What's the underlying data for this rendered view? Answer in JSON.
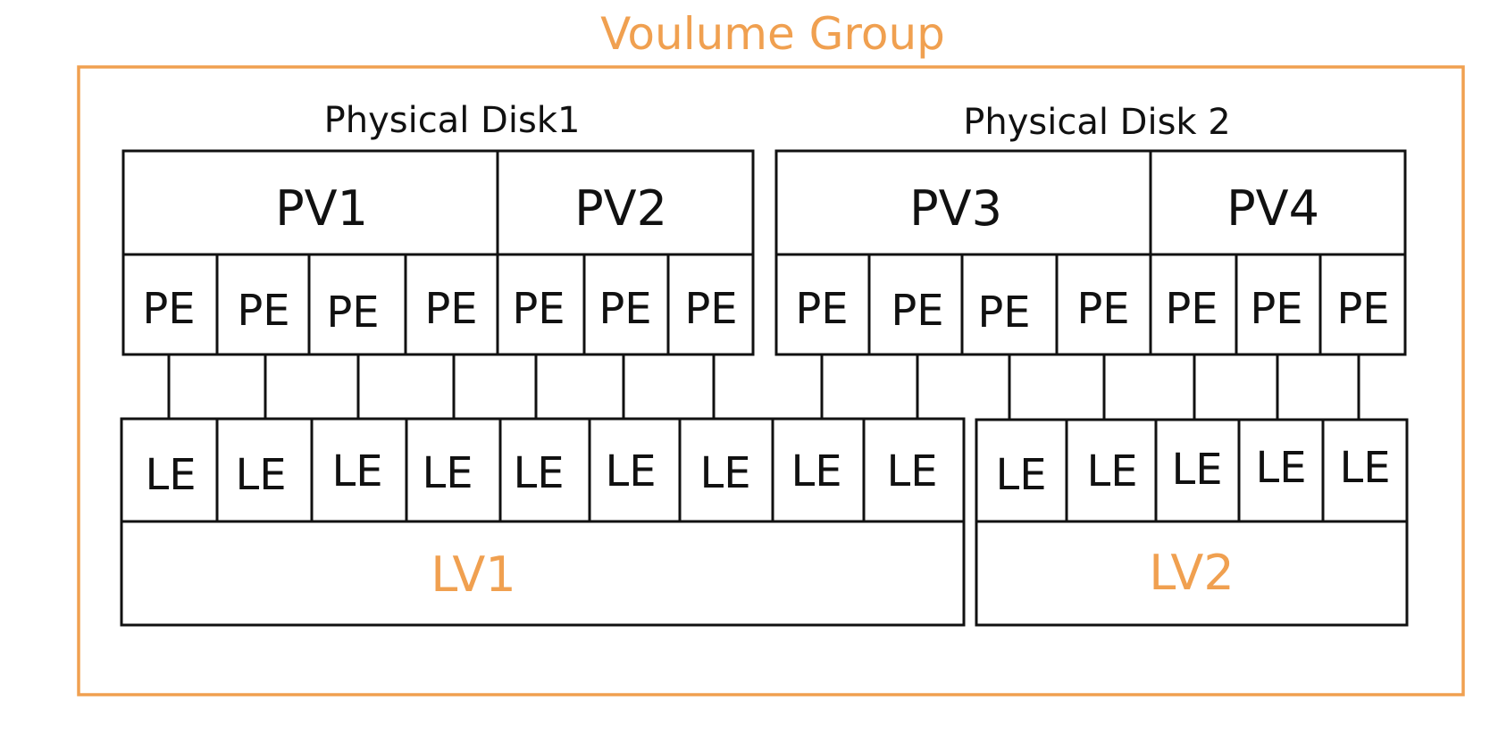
{
  "title": "Voulume Group",
  "colors": {
    "accent": "#f0a050",
    "ink": "#111111",
    "background": "#ffffff"
  },
  "disks": [
    {
      "label": "Physical Disk1",
      "pvs": [
        {
          "label": "PV1",
          "pe_count": 4
        },
        {
          "label": "PV2",
          "pe_count": 3
        }
      ]
    },
    {
      "label": "Physical Disk 2",
      "pvs": [
        {
          "label": "PV3",
          "pe_count": 4
        },
        {
          "label": "PV4",
          "pe_count": 3
        }
      ]
    }
  ],
  "pe_label": "PE",
  "le_label": "LE",
  "lvs": [
    {
      "label": "LV1",
      "le_count": 9
    },
    {
      "label": "LV2",
      "le_count": 5
    }
  ]
}
